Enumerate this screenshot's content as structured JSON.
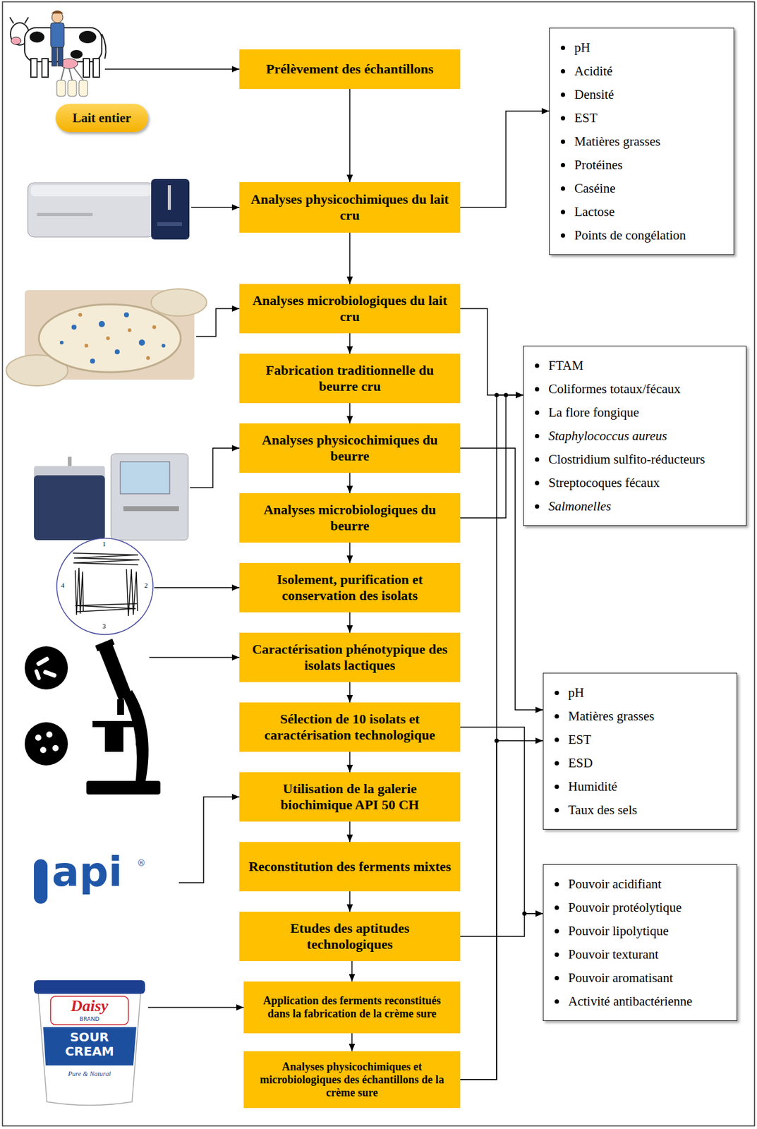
{
  "diagram": {
    "nodes": [
      {
        "text": [
          "Lait entier"
        ]
      },
      {
        "text": [
          "Prélèvement des échantillons"
        ]
      },
      {
        "text": [
          "Analyses physicochimiques du lait cru"
        ]
      },
      {
        "text": [
          "Analyses microbiologiques du lait cru"
        ]
      },
      {
        "text": [
          "Fabrication traditionnelle du beurre cru"
        ]
      },
      {
        "text": [
          "Analyses physicochimiques du beurre"
        ]
      },
      {
        "text": [
          "Analyses microbiologiques du beurre"
        ]
      },
      {
        "text": [
          "Isolement, purification et conservation des isolats"
        ]
      },
      {
        "text": [
          "Caractérisation phénotypique des isolats lactiques"
        ]
      },
      {
        "text": [
          "Sélection de 10 isolats et caractérisation technologique"
        ]
      },
      {
        "text": [
          "Utilisation de la galerie biochimique API 50 CH"
        ]
      },
      {
        "text": [
          "Reconstitution des ferments mixtes"
        ]
      },
      {
        "text": [
          "Etudes des aptitudes technologiques"
        ]
      },
      {
        "text": [
          "Application des ferments reconstitués dans la fabrication de la crème sure"
        ]
      },
      {
        "text": [
          "Analyses physicochimiques et microbiologiques des échantillons de la crème sure"
        ]
      },
      {
        "text": [
          "pH",
          "Acidité",
          "Densité",
          "EST",
          "Matières grasses",
          "Protéines",
          "Caséine",
          "Lactose",
          "Points de congélation"
        ]
      },
      {
        "text": [
          "FTAM",
          "Coliformes totaux/fécaux",
          "La flore fongique",
          "Staphylococcus aureus",
          "Clostridium sulfito-réducteurs",
          "Streptocoques fécaux",
          "Salmonelles"
        ]
      },
      {
        "text": [
          "pH",
          "Matières grasses",
          "EST",
          "ESD",
          "Humidité",
          "Taux des sels"
        ]
      },
      {
        "text": [
          "Pouvoir acidifiant",
          "Pouvoir protéolytique",
          "Pouvoir lipolytique",
          "Pouvoir texturant",
          "Pouvoir aromatisant",
          "Activité antibactérienne"
        ]
      }
    ],
    "edges": [
      {
        "from": 1,
        "to": 2,
        "arrow": "to"
      },
      {
        "from": 2,
        "to": 3,
        "arrow": "to"
      },
      {
        "from": 3,
        "to": 4,
        "arrow": "to"
      },
      {
        "from": 4,
        "to": 5,
        "arrow": "to"
      },
      {
        "from": 5,
        "to": 6,
        "arrow": "to"
      },
      {
        "from": 6,
        "to": 7,
        "arrow": "to"
      },
      {
        "from": 7,
        "to": 8,
        "arrow": "to"
      },
      {
        "from": 8,
        "to": 9,
        "arrow": "to"
      },
      {
        "from": 9,
        "to": 10,
        "arrow": "to"
      },
      {
        "from": 10,
        "to": 11,
        "arrow": "to"
      },
      {
        "from": 11,
        "to": 12,
        "arrow": "to"
      },
      {
        "from": 12,
        "to": 13,
        "arrow": "to"
      },
      {
        "from": 13,
        "to": 14,
        "arrow": "to"
      },
      {
        "from": 2,
        "to": 15,
        "arrow": "to"
      },
      {
        "from": 3,
        "to": 16,
        "arrow": "to"
      },
      {
        "from": 6,
        "to": 16,
        "arrow": "to"
      },
      {
        "from": 14,
        "to": 16,
        "arrow": "to"
      },
      {
        "from": 5,
        "to": 17,
        "arrow": "to"
      },
      {
        "from": 14,
        "to": 17,
        "arrow": "to"
      },
      {
        "from": 9,
        "to": 18,
        "arrow": "to"
      },
      {
        "from": 12,
        "to": 18,
        "arrow": "to"
      }
    ],
    "labels": [
      "1",
      "2",
      "3",
      "4",
      "api",
      "®",
      "Daisy",
      "BRAND",
      "SOUR CREAM",
      "Pure & Natural"
    ]
  }
}
